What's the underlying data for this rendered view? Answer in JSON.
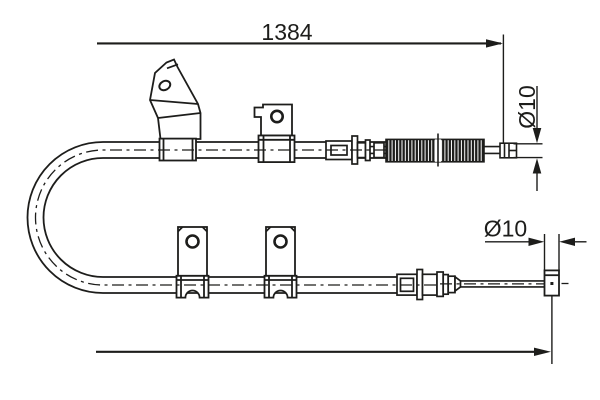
{
  "drawing": {
    "kind": "technical-drawing",
    "background": "#ffffff",
    "line_color": "#1d1d1b",
    "labels": {
      "overall_length": "1384",
      "upper_end_diameter": "Ø10",
      "lower_end_diameter": "Ø10"
    }
  }
}
